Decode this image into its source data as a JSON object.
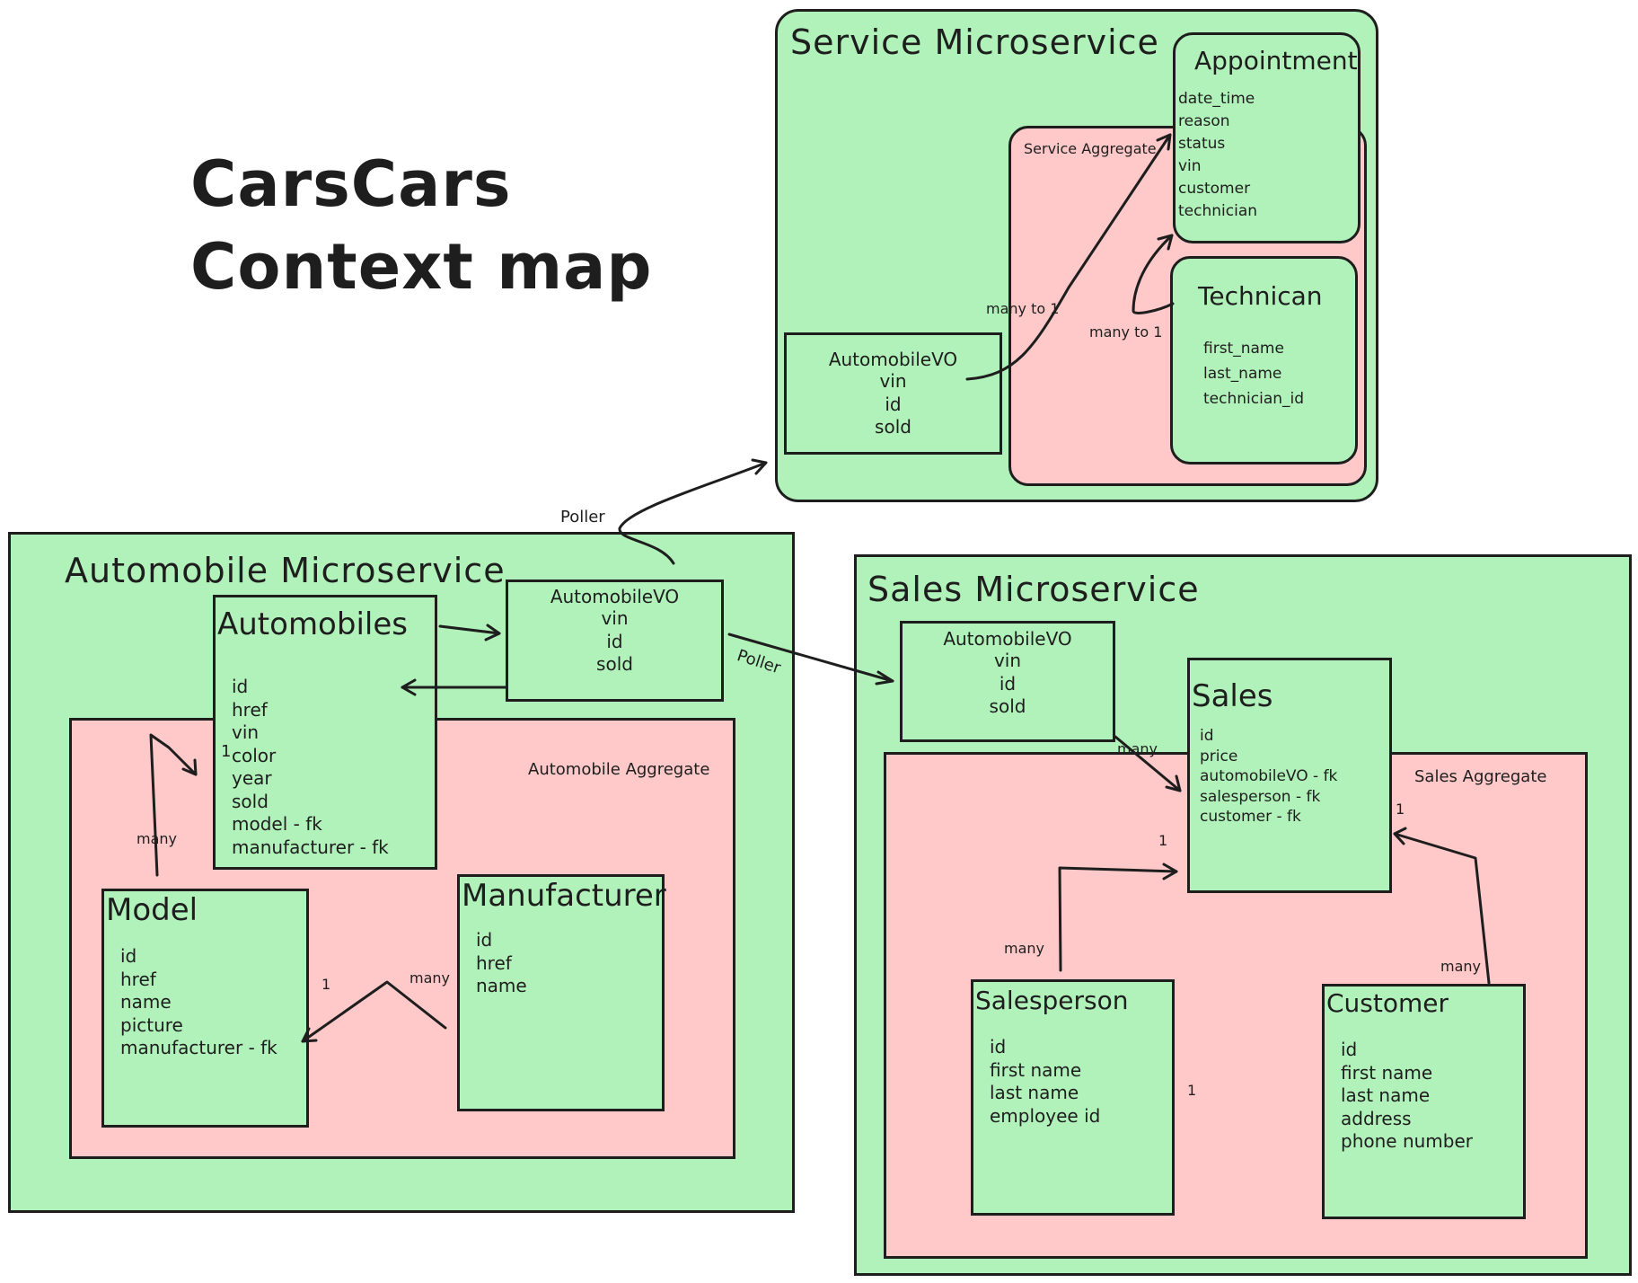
{
  "title": {
    "line1": "CarsCars",
    "line2": "Context map"
  },
  "service": {
    "title": "Service Microservice",
    "aggregate_label": "Service Aggregate",
    "vo": {
      "name": "AutomobileVO",
      "fields": [
        "vin",
        "id",
        "sold"
      ]
    },
    "appointment": {
      "name": "Appointment",
      "fields": [
        "date_time",
        "reason",
        "status",
        "vin",
        "customer",
        "technician"
      ]
    },
    "technician": {
      "name": "Technican",
      "fields": [
        "first_name",
        "last_name",
        "technician_id"
      ]
    },
    "rel_vo": "many to 1",
    "rel_tech": "many to 1"
  },
  "automobile": {
    "title": "Automobile Microservice",
    "aggregate_label": "Automobile Aggregate",
    "automobiles": {
      "name": "Automobiles",
      "fields": [
        "id",
        "href",
        "vin",
        "color",
        "year",
        "sold",
        "model - fk",
        "manufacturer - fk"
      ]
    },
    "vo": {
      "name": "AutomobileVO",
      "fields": [
        "vin",
        "id",
        "sold"
      ]
    },
    "model": {
      "name": "Model",
      "fields": [
        "id",
        "href",
        "name",
        "picture",
        "manufacturer - fk"
      ]
    },
    "manufacturer": {
      "name": "Manufacturer",
      "fields": [
        "id",
        "href",
        "name"
      ]
    },
    "mark_color_one": "1",
    "mark_many": "many",
    "mark_model_one": "1",
    "mark_manu_many": "many"
  },
  "sales": {
    "title": "Sales Microservice",
    "aggregate_label": "Sales Aggregate",
    "vo": {
      "name": "AutomobileVO",
      "fields": [
        "vin",
        "id",
        "sold"
      ]
    },
    "sales": {
      "name": "Sales",
      "fields": [
        "id",
        "price",
        "automobileVO - fk",
        "salesperson - fk",
        "customer - fk"
      ]
    },
    "salesperson": {
      "name": "Salesperson",
      "fields": [
        "id",
        "first name",
        "last name",
        "employee id"
      ]
    },
    "customer": {
      "name": "Customer",
      "fields": [
        "id",
        "first name",
        "last name",
        "address",
        "phone number"
      ]
    },
    "mark_vo_many": "many",
    "mark_sales_one_left": "1",
    "mark_sales_one_right": "1",
    "mark_sp_many": "many",
    "mark_cust_many": "many",
    "mark_sp_one": "1"
  },
  "poller_service": "Poller",
  "poller_sales": "Poller",
  "colors": {
    "service": "#b1f2ba",
    "aggregate": "#ffc9c9",
    "stroke": "#1e1e1e"
  }
}
